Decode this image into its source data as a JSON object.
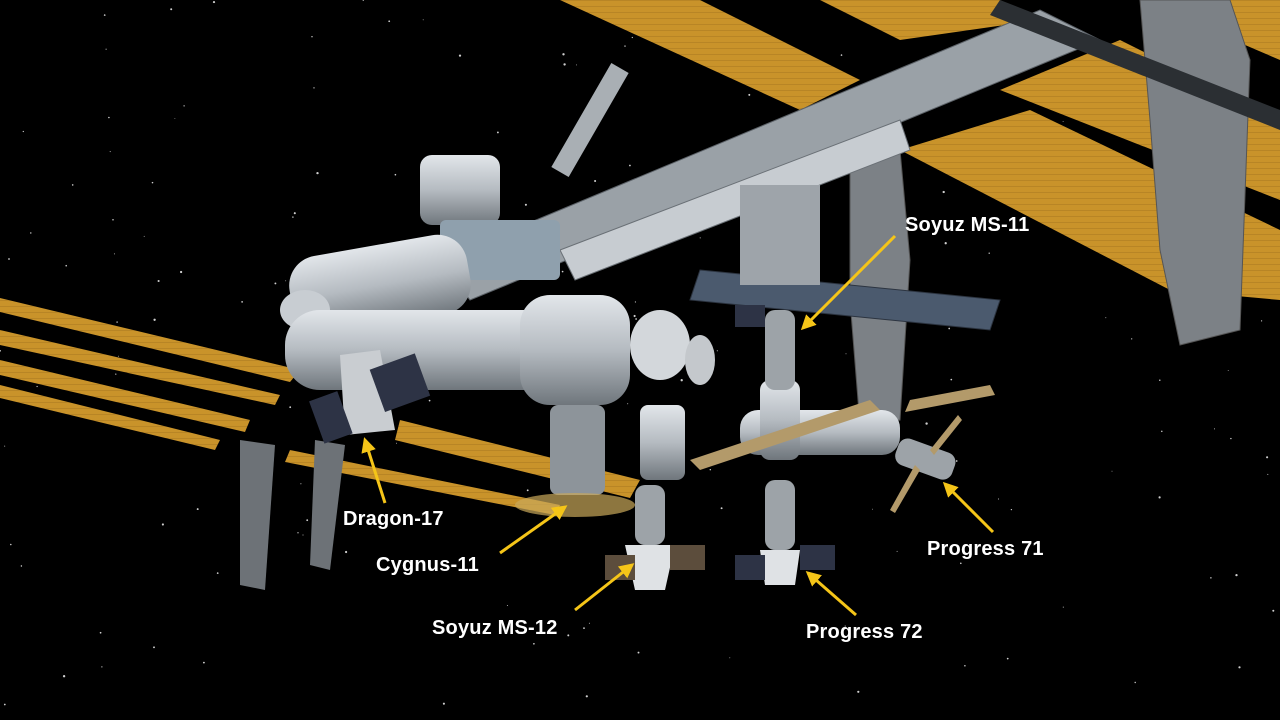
{
  "title": "International Space Station configuration",
  "colors": {
    "background": "#000000",
    "arrow": "#f5c518",
    "label": "#ffffff",
    "solar_array": "#c9932a",
    "module": "#b9bec4",
    "truss": "#8f969c"
  },
  "labels": [
    {
      "id": "soyuz-ms-11",
      "text": "Soyuz MS-11"
    },
    {
      "id": "dragon-17",
      "text": "Dragon-17"
    },
    {
      "id": "cygnus-11",
      "text": "Cygnus-11"
    },
    {
      "id": "soyuz-ms-12",
      "text": "Soyuz MS-12"
    },
    {
      "id": "progress-72",
      "text": "Progress 72"
    },
    {
      "id": "progress-71",
      "text": "Progress 71"
    }
  ]
}
